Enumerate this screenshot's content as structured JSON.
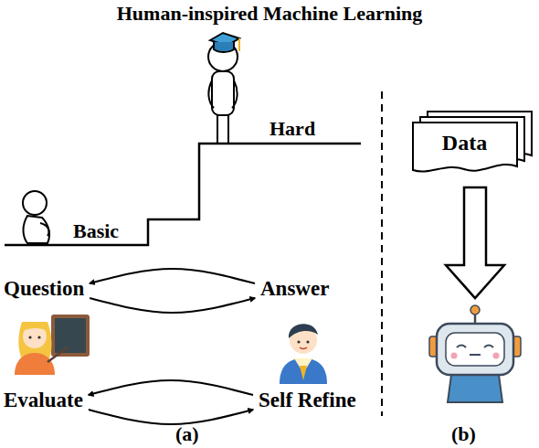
{
  "diagram": {
    "title": "Human-inspired Machine Learning",
    "nodes": [
      {
        "text": [
          "Data"
        ]
      },
      {
        "text": [
          "Question"
        ]
      },
      {
        "text": [
          "Answer"
        ]
      },
      {
        "text": [
          "Evaluate"
        ]
      },
      {
        "text": [
          "Self Refine"
        ]
      }
    ],
    "edges": [
      {
        "from": 2,
        "to": 1,
        "arrow": "to"
      },
      {
        "from": 1,
        "to": 2,
        "arrow": "to"
      },
      {
        "from": 4,
        "to": 3,
        "arrow": "to"
      },
      {
        "from": 3,
        "to": 4,
        "arrow": "to"
      }
    ],
    "labels": [
      "Basic",
      "Hard",
      "(a)",
      "(b)"
    ]
  }
}
